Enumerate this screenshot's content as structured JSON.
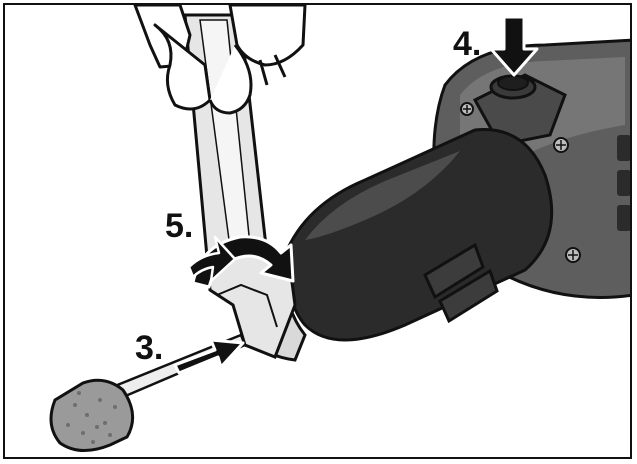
{
  "steps": [
    {
      "number": "3.",
      "meaning": "insert-tool"
    },
    {
      "number": "4.",
      "meaning": "press-spindle-lock"
    },
    {
      "number": "5.",
      "meaning": "tighten-collet-nut"
    }
  ],
  "colors": {
    "line": "#111111",
    "body_dark": "#2b2b2b",
    "body_mid": "#4a4a4a",
    "housing": "#5e5e5e",
    "housing_light": "#8a8a8a",
    "metal": "#d9d9d9",
    "stone": "#9a9a9a",
    "paper": "#ffffff"
  },
  "icons": [
    "hand",
    "open-end-wrench",
    "rotation-arrow",
    "press-arrow",
    "insert-arrow",
    "grinding-stone",
    "die-grinder",
    "spindle-lock-button"
  ]
}
